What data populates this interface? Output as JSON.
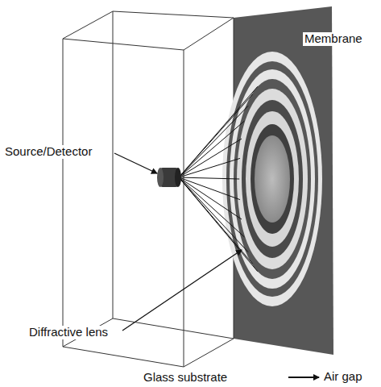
{
  "diagram": {
    "labels": [
      "Membrane",
      "Source/Detector",
      "Diffractive lens",
      "Glass substrate",
      "Air gap"
    ]
  }
}
